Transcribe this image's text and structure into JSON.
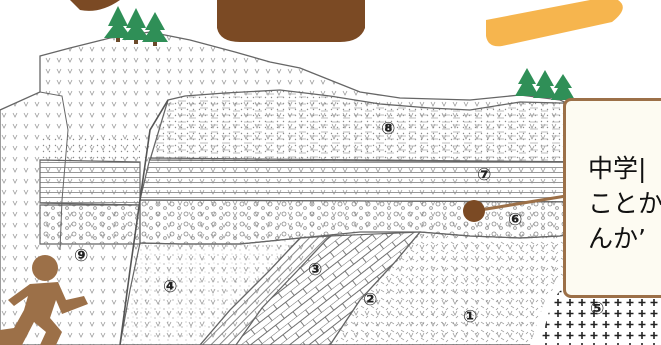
{
  "layers": [
    {
      "number": "①"
    },
    {
      "number": "②"
    },
    {
      "number": "③"
    },
    {
      "number": "④"
    },
    {
      "number": "⑤"
    },
    {
      "number": "⑥"
    },
    {
      "number": "⑦"
    },
    {
      "number": "⑧"
    },
    {
      "number": "⑨"
    }
  ],
  "callout": {
    "lines": [
      "中学|",
      "ことか",
      "んか’"
    ]
  },
  "colors": {
    "brown": "#9c7048",
    "dark_brown": "#7b4a24",
    "orange": "#f6b54e",
    "tree_green": "#2f8f57",
    "line": "#555555"
  }
}
